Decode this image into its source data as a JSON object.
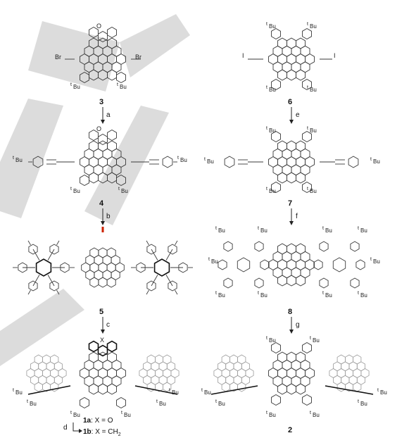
{
  "compounds": {
    "c3": "3",
    "c4": "4",
    "c5": "5",
    "c6": "6",
    "c7": "7",
    "c8": "8",
    "c2": "2"
  },
  "steps": {
    "a": "a",
    "b": "b",
    "c": "c",
    "d": "d",
    "e": "e",
    "f": "f",
    "g": "g"
  },
  "atoms": {
    "O": "O",
    "Br": "Br",
    "I": "I",
    "Bu": "Bu",
    "t": "t",
    "X": "X"
  },
  "products": {
    "p1a_num": "1a",
    "p1a_rest": ": X = O",
    "p1b_num": "1b",
    "p1b_rest": ": X = CH",
    "p1b_sub": "2"
  },
  "colors": {
    "oxygen_red": "#cc2200",
    "watermark_gray": "#d3d3d3"
  }
}
